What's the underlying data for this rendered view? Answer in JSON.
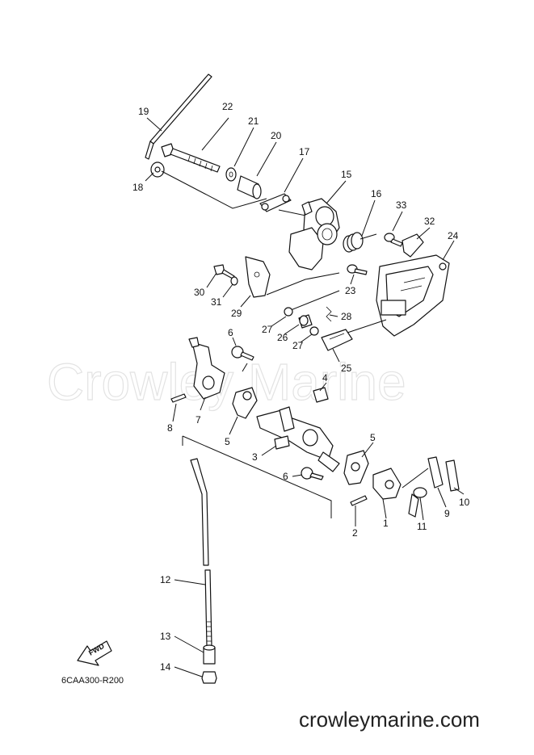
{
  "watermark": "Crowley Marine",
  "website": "crowleymarine.com",
  "diagram_code": "6CAA300-R200",
  "fwd_label": "FWD",
  "callouts": {
    "c1": "1",
    "c2": "2",
    "c3": "3",
    "c4": "4",
    "c5a": "5",
    "c5b": "5",
    "c6a": "6",
    "c6b": "6",
    "c7": "7",
    "c8": "8",
    "c9": "9",
    "c10": "10",
    "c11": "11",
    "c12": "12",
    "c13": "13",
    "c14": "14",
    "c15": "15",
    "c16": "16",
    "c17": "17",
    "c18": "18",
    "c19": "19",
    "c20": "20",
    "c21": "21",
    "c22": "22",
    "c23": "23",
    "c24": "24",
    "c25": "25",
    "c26": "26",
    "c27a": "27",
    "c27b": "27",
    "c28": "28",
    "c29": "29",
    "c30": "30",
    "c31": "31",
    "c32": "32",
    "c33": "33"
  }
}
